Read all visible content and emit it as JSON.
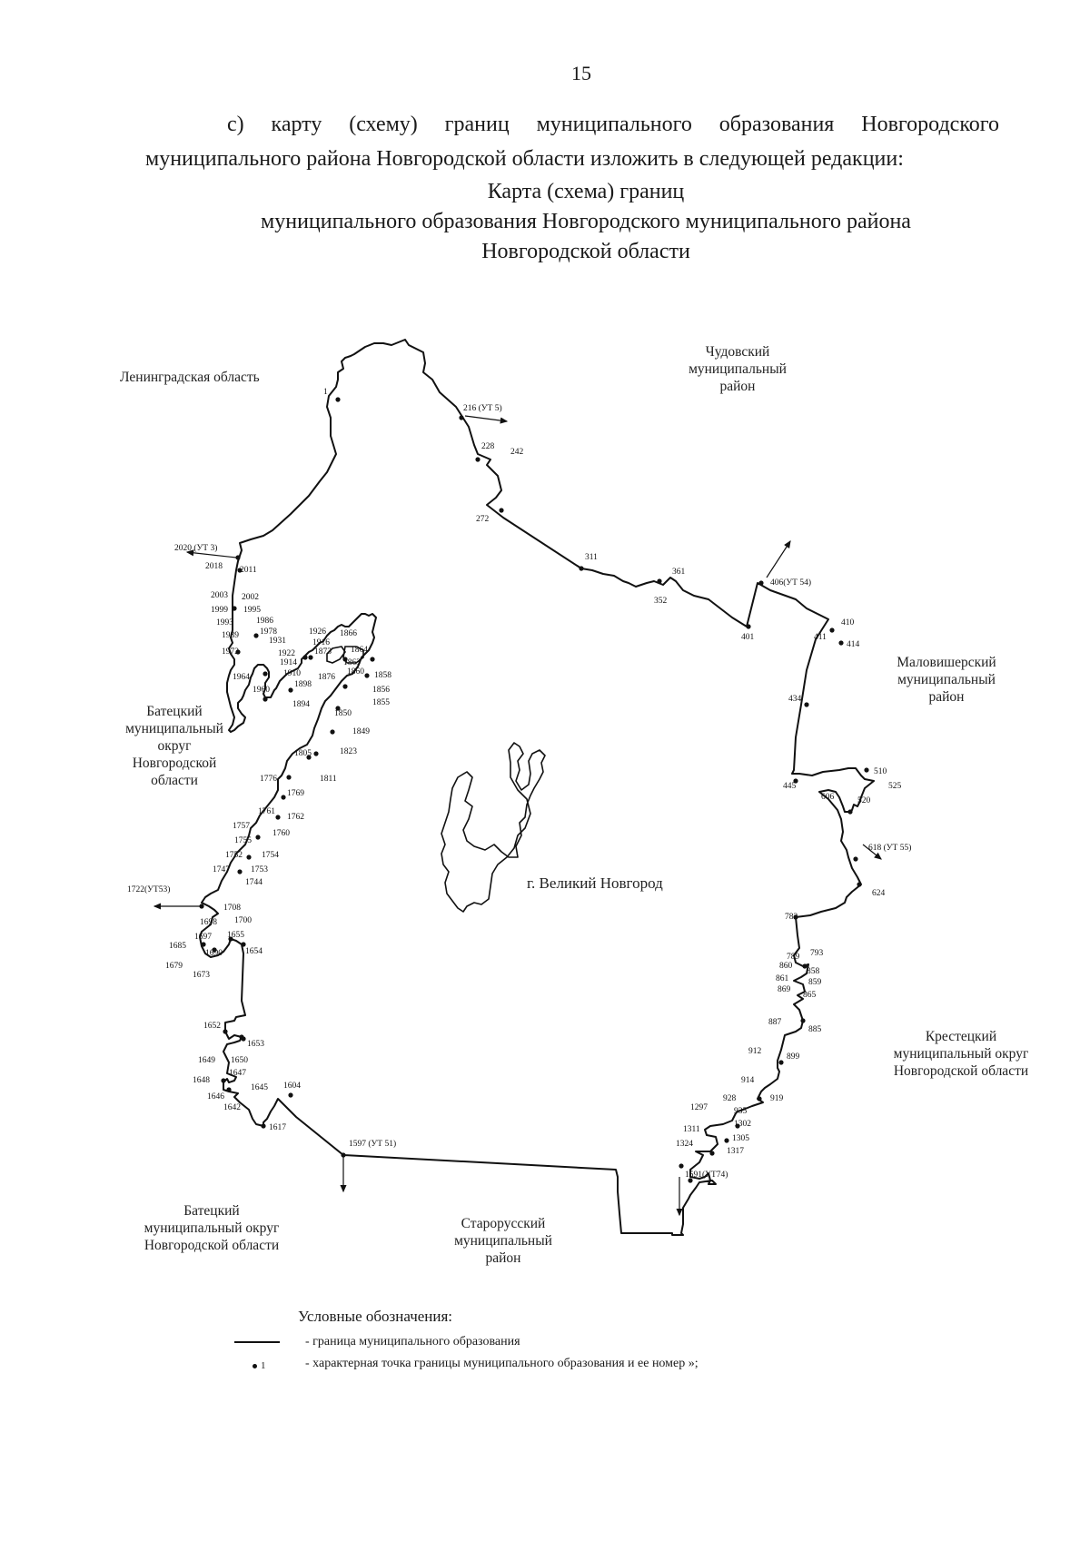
{
  "page_number": "15",
  "intro_text": "с) карту (схему) границ муниципального образования Новгородского муниципального района Новгородской области изложить в следующей редакции:",
  "map_title": {
    "line1": "Карта (схема) границ",
    "line2": "муниципального образования Новгородского муниципального района",
    "line3": "Новгородской области"
  },
  "regions": {
    "leningrad": [
      "Ленинградская область"
    ],
    "chudovsky": [
      "Чудовский",
      "муниципальный",
      "район"
    ],
    "malovishersky": [
      "Маловишерский",
      "муниципальный",
      "район"
    ],
    "batetsky_west": [
      "Батецкий",
      "муниципальный",
      "округ",
      "Новгородской",
      "области"
    ],
    "krestetsky": [
      "Крестецкий",
      "муниципальный округ",
      "Новгородской области"
    ],
    "batetsky_south": [
      "Батецкий",
      "муниципальный округ",
      "Новгородской области"
    ],
    "starorussky": [
      "Старорусский",
      "муниципальный",
      "район"
    ]
  },
  "city_label": "г. Великий Новгород",
  "point_labels": [
    "1",
    "216 (УТ 5)",
    "228",
    "242",
    "272",
    "311",
    "361",
    "352",
    "401",
    "406(УТ 54)",
    "410",
    "411",
    "414",
    "434",
    "445",
    "510",
    "525",
    "520",
    "606",
    "618 (УТ 55)",
    "624",
    "782",
    "793",
    "789",
    "860",
    "858",
    "861",
    "859",
    "869",
    "865",
    "887",
    "885",
    "912",
    "899",
    "914",
    "919",
    "928",
    "935",
    "1297",
    "1302",
    "1311",
    "1305",
    "1324",
    "1317",
    "1591(УТ74)",
    "1597 (УТ 51)",
    "1604",
    "1617",
    "1645",
    "1642",
    "1646",
    "1647",
    "1648",
    "1649",
    "1650",
    "1652",
    "1653",
    "1654",
    "1655",
    "1673",
    "1679",
    "1685",
    "1690",
    "1697",
    "1698",
    "1700",
    "1708",
    "1722(УТ53)",
    "1744",
    "1747",
    "1753",
    "1752",
    "1754",
    "1755",
    "1757",
    "1760",
    "1761",
    "1762",
    "1769",
    "1776",
    "1811",
    "1805",
    "1823",
    "1849",
    "1850",
    "1855",
    "1856",
    "1858",
    "1860",
    "1863",
    "1864",
    "1866",
    "1873",
    "1876",
    "1894",
    "1898",
    "1910",
    "1914",
    "1916",
    "1922",
    "1926",
    "1931",
    "1960",
    "1964",
    "1972",
    "1978",
    "1986",
    "1989",
    "1993",
    "1995",
    "1999",
    "2002",
    "2003",
    "2011",
    "2018",
    "2020 (УТ 3)"
  ],
  "legend": {
    "title": "Условные обозначения:",
    "items": [
      {
        "symbol": "line",
        "text": "- граница муниципального образования"
      },
      {
        "symbol": "point",
        "symbol_text": "1",
        "text": "- характерная точка границы муниципального образования и ее номер »;"
      }
    ]
  }
}
